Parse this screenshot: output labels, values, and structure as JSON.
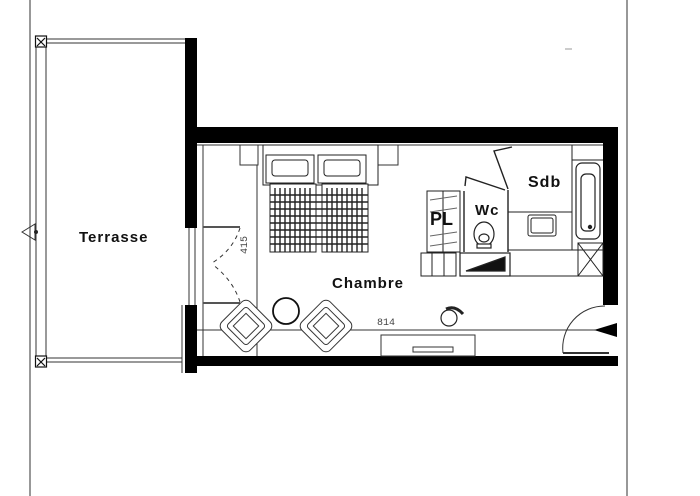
{
  "plan": {
    "type": "floor-plan",
    "rooms": [
      {
        "id": "terrasse",
        "label": "Terrasse"
      },
      {
        "id": "chambre",
        "label": "Chambre"
      },
      {
        "id": "sdb",
        "label": "Sdb"
      },
      {
        "id": "wc",
        "label": "Wc"
      },
      {
        "id": "pl",
        "label": "PL"
      }
    ],
    "dimensions": {
      "length": "814",
      "width": "415"
    },
    "colors": {
      "wall": "#000000",
      "line": "#333333",
      "background": "#ffffff"
    }
  }
}
